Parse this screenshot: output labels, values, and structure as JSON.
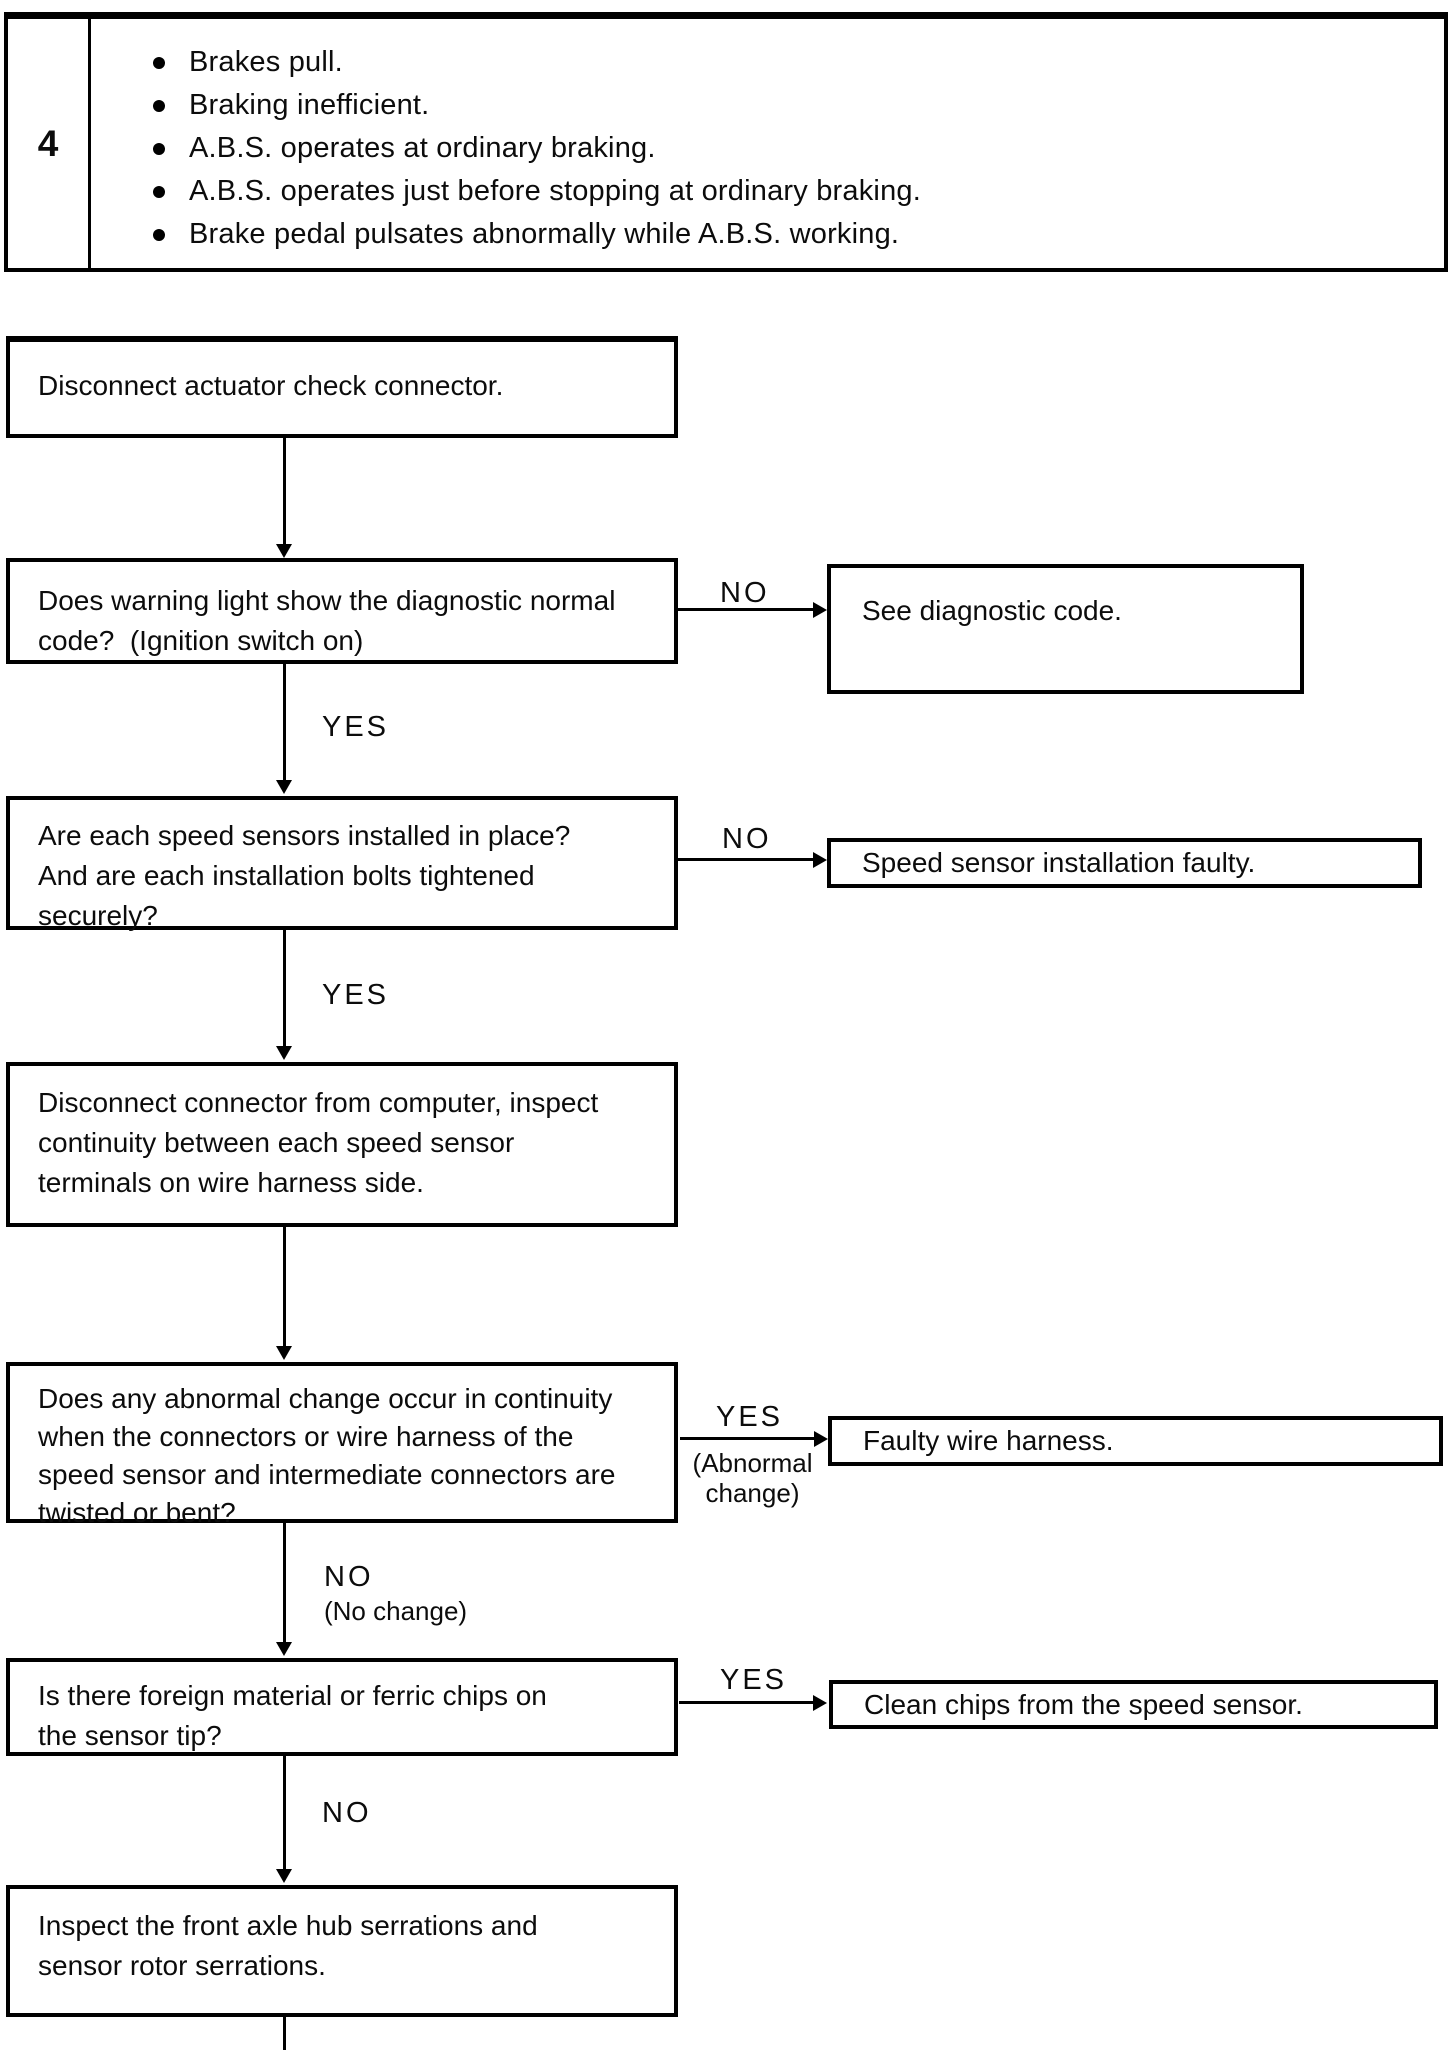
{
  "symptom_table": {
    "row_number": "4",
    "items": [
      "Brakes pull.",
      "Braking inefficient.",
      "A.B.S. operates at ordinary braking.",
      "A.B.S. operates just before stopping at ordinary braking.",
      "Brake pedal pulsates abnormally while A.B.S. working."
    ]
  },
  "flow": {
    "step1": "Disconnect actuator check connector.",
    "q1": "Does warning light show the diagnostic normal\ncode?  (Ignition switch on)",
    "r1": "See diagnostic code.",
    "q2": "Are each speed sensors installed in place?\nAnd are each installation bolts tightened\nsecurely?",
    "r2": "Speed sensor installation faulty.",
    "step2": "Disconnect connector from computer, inspect\ncontinuity between each speed sensor\nterminals on wire harness side.",
    "q3": "Does any abnormal change occur in continuity\nwhen the connectors or wire harness of the\nspeed sensor and intermediate connectors are\ntwisted or bent?",
    "r3": "Faulty wire harness.",
    "q4": "Is there foreign material or ferric chips on\nthe sensor tip?",
    "r4": "Clean chips from the speed sensor.",
    "step3": "Inspect the front axle hub serrations and\nsensor rotor serrations."
  },
  "labels": {
    "q1_no": "NO",
    "q1_yes": "YES",
    "q2_no": "NO",
    "q2_yes": "YES",
    "q3_yes": "YES",
    "q3_yes_note": "(Abnormal\nchange)",
    "q3_no": "NO",
    "q3_no_note": "(No change)",
    "q4_yes": "YES",
    "q4_no": "NO"
  },
  "colors": {
    "ink": "#0c0c0c",
    "paper": "#ffffff"
  }
}
